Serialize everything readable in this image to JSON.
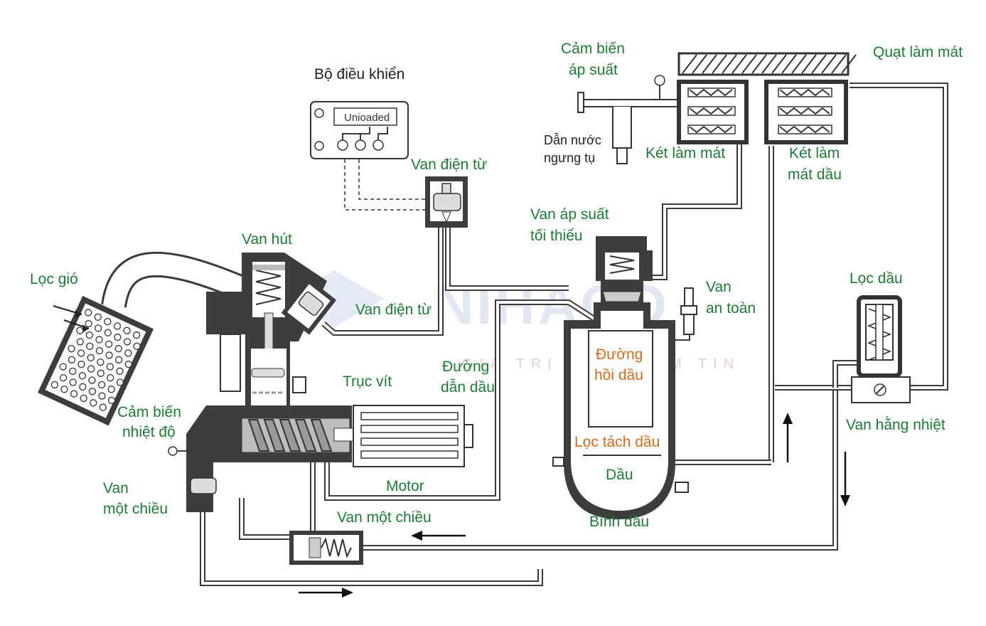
{
  "labels": {
    "loc_gio": "Lọc gió",
    "bo_dieu_khien": "Bộ điều khiển",
    "unloaded": "Unioaded",
    "van_dien_tu_top": "Van điện từ",
    "van_hut": "Van hút",
    "van_dien_tu_mid": "Van điện từ",
    "truc_vit": "Trục vít",
    "duong_dan_dau_1": "Đường",
    "duong_dan_dau_2": "dẫn dầu",
    "cam_bien_nhiet_do_1": "Cảm biến",
    "cam_bien_nhiet_do_2": "nhiệt độ",
    "van_mot_chieu_left_1": "Van",
    "van_mot_chieu_left_2": "một chiều",
    "motor": "Motor",
    "van_mot_chieu_bottom": "Van một chiều",
    "cam_bien_ap_suat_1": "Cảm biến",
    "cam_bien_ap_suat_2": "áp suất",
    "dan_nuoc_1": "Dẫn nước",
    "dan_nuoc_2": "ngưng tụ",
    "ket_lam_mat": "Két làm mát",
    "ket_lam_mat_dau_1": "Két làm",
    "ket_lam_mat_dau_2": "mát dầu",
    "quat_lam_mat": "Quạt làm mát",
    "van_ap_suat_1": "Van áp suất",
    "van_ap_suat_2": "tối thiểu",
    "van_an_toan_1": "Van",
    "van_an_toan_2": "an toàn",
    "duong_hoi_dau_1": "Đường",
    "duong_hoi_dau_2": "hồi dầu",
    "loc_tach_dau": "Lọc tách dầu",
    "dau": "Dầu",
    "binh_dau": "Bình dầu",
    "loc_dau": "Lọc dầu",
    "van_hang_nhiet": "Van hằng nhiệt"
  },
  "watermark": {
    "brand": "NIHACO",
    "tagline": "GIÁ TRỊ TẠO NIỀM TIN"
  },
  "colors": {
    "label_green": "#1e7a34",
    "label_orange": "#d66a1e",
    "pipe": "#3a3a3a"
  }
}
